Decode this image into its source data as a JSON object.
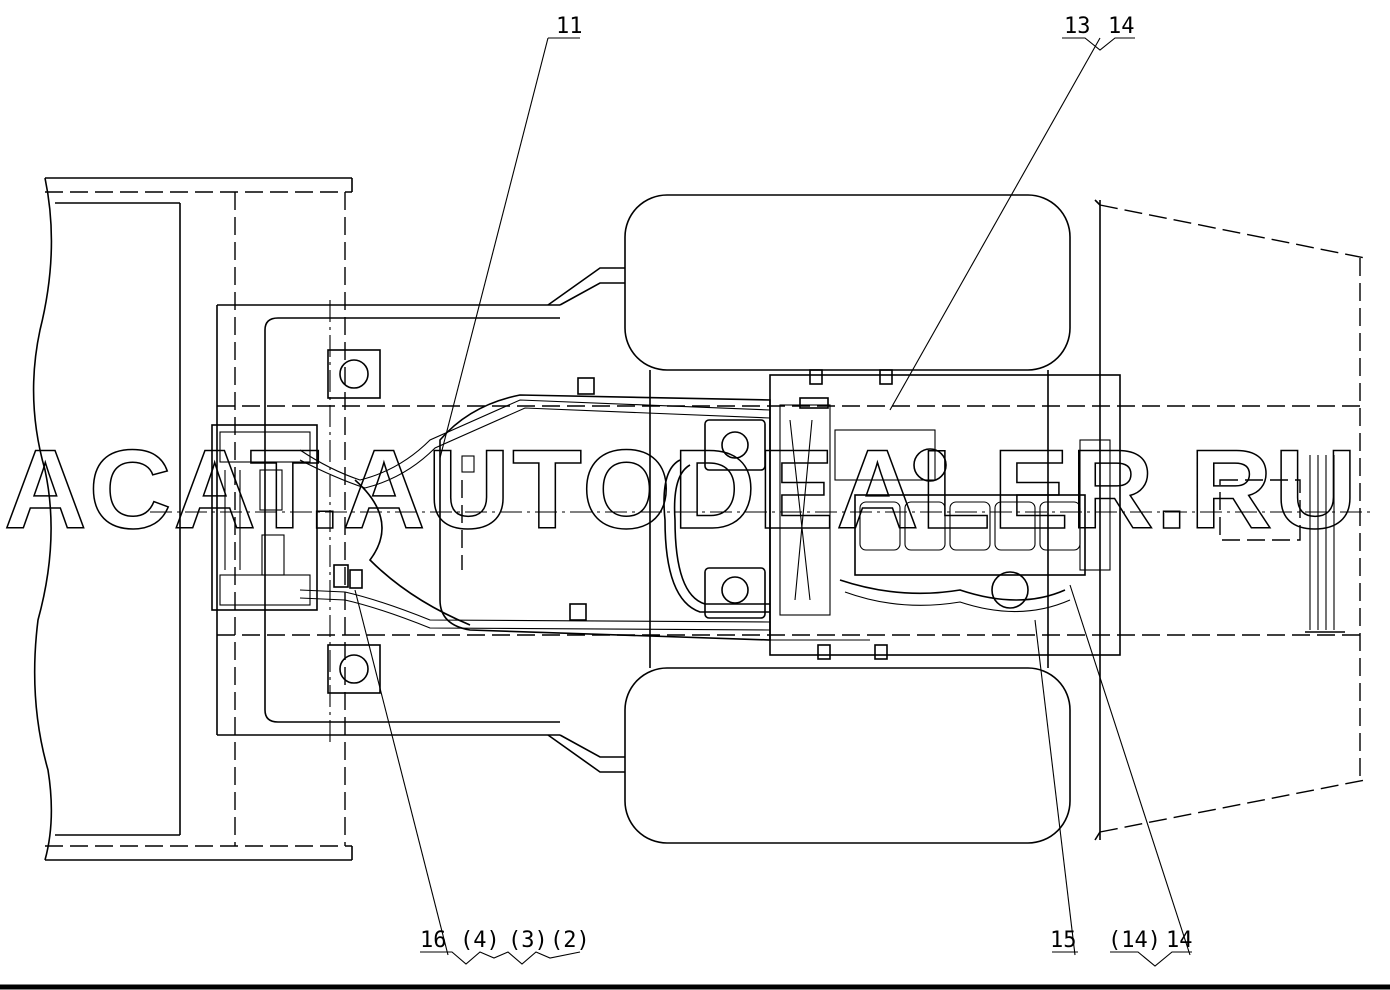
{
  "watermark": "ACAT.AUTODEALER.RU",
  "callouts": {
    "c11": "11",
    "c13": "13",
    "c14_top": "14",
    "c16": "16",
    "c4": "(4)",
    "c3": "(3)",
    "c2": "(2)",
    "c15": "15",
    "c14_paren": "(14)",
    "c14_bottom": "14"
  },
  "colors": {
    "line": "#000000",
    "background": "#ffffff"
  }
}
